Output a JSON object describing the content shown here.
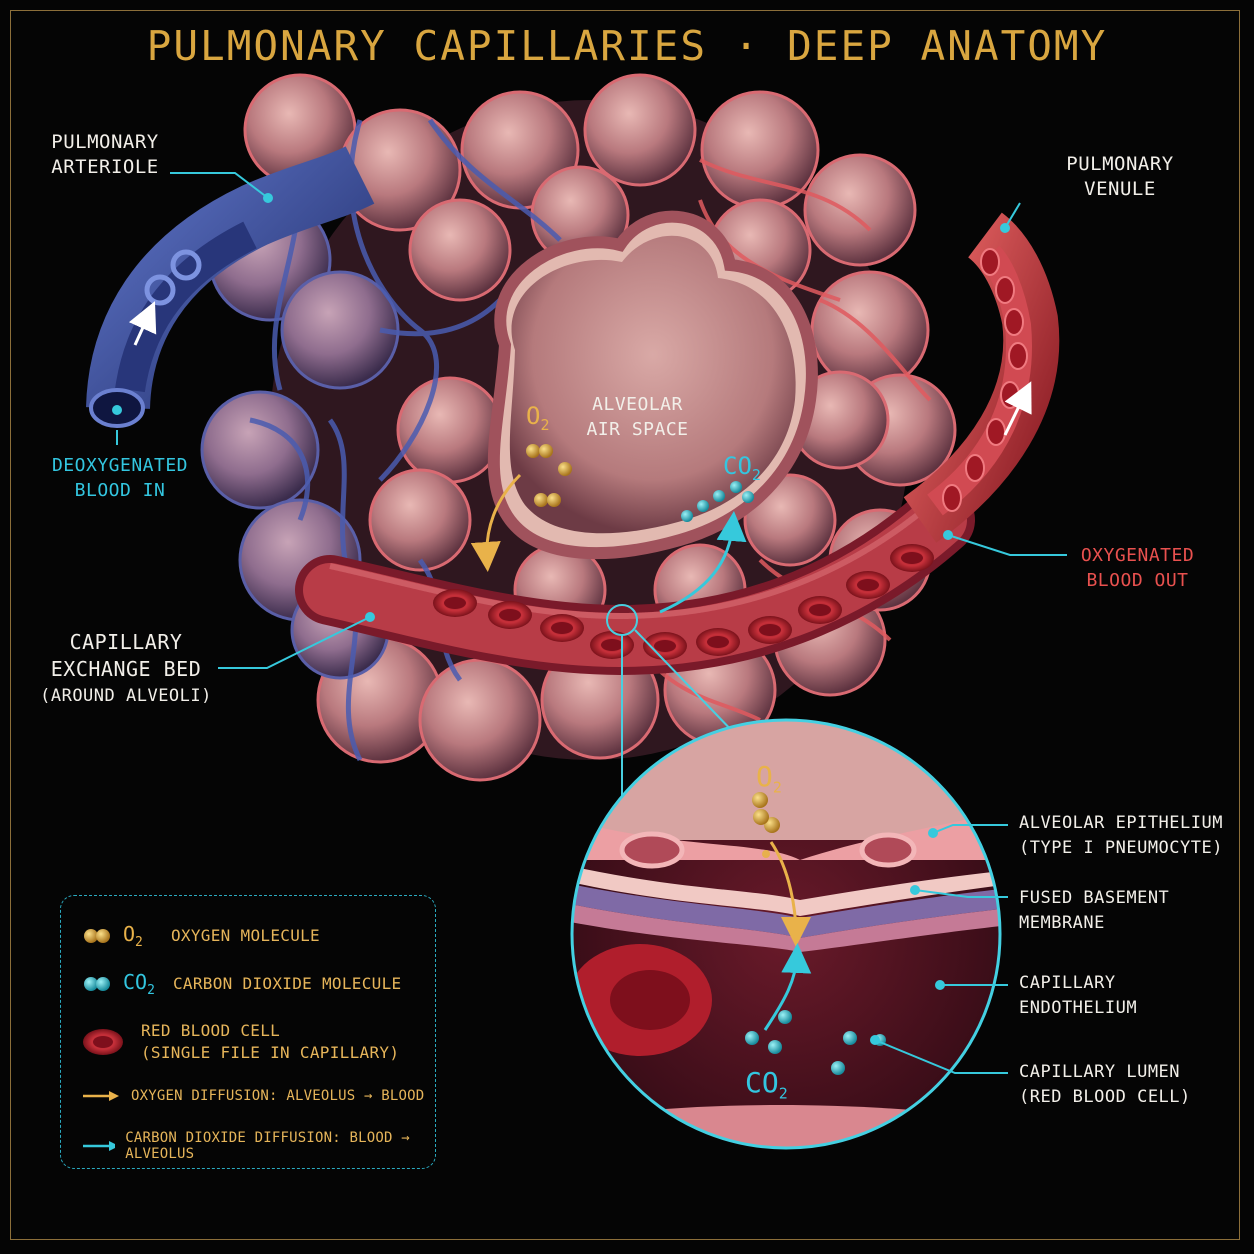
{
  "title": "PULMONARY CAPILLARIES · DEEP ANATOMY",
  "labels": {
    "arteriole": [
      "PULMONARY",
      "ARTERIOLE"
    ],
    "venule": [
      "PULMONARY",
      "VENULE"
    ],
    "deoxygenated": [
      "DEOXYGENATED",
      "BLOOD IN"
    ],
    "oxygenated": [
      "OXYGENATED",
      "BLOOD OUT"
    ],
    "air_space": [
      "ALVEOLAR",
      "AIR SPACE"
    ],
    "exchange_bed": [
      "CAPILLARY",
      "EXCHANGE BED",
      "(AROUND ALVEOLI)"
    ],
    "epithelium": [
      "ALVEOLAR EPITHELIUM",
      "(TYPE I PNEUMOCYTE)"
    ],
    "basement": [
      "FUSED BASEMENT",
      "MEMBRANE"
    ],
    "endothelium": [
      "CAPILLARY",
      "ENDOTHELIUM"
    ],
    "lumen": [
      "CAPILLARY LUMEN",
      "(RED BLOOD CELL)"
    ]
  },
  "formulas": {
    "o2_main": "O",
    "co2_main": "CO",
    "o2_zoom": "O",
    "co2_zoom": "CO",
    "sub": "2"
  },
  "legend": {
    "o2": {
      "symbol": "O",
      "sub": "2",
      "text": "OXYGEN MOLECULE"
    },
    "co2": {
      "symbol": "CO",
      "sub": "2",
      "text": "CARBON DIOXIDE MOLECULE"
    },
    "rbc": [
      "RED BLOOD CELL",
      "(SINGLE FILE IN CAPILLARY)"
    ],
    "o2_diffusion": "OXYGEN DIFFUSION: ALVEOLUS → BLOOD",
    "co2_diffusion": "CARBON DIOXIDE DIFFUSION: BLOOD → ALVEOLUS"
  },
  "colors": {
    "gold": "#d9a640",
    "cyan": "#33c6e0",
    "oxygenated_red": "#e9514f",
    "deoxygenated_blue": "#3c4f9c",
    "tissue_pink": "#c98d8f"
  }
}
